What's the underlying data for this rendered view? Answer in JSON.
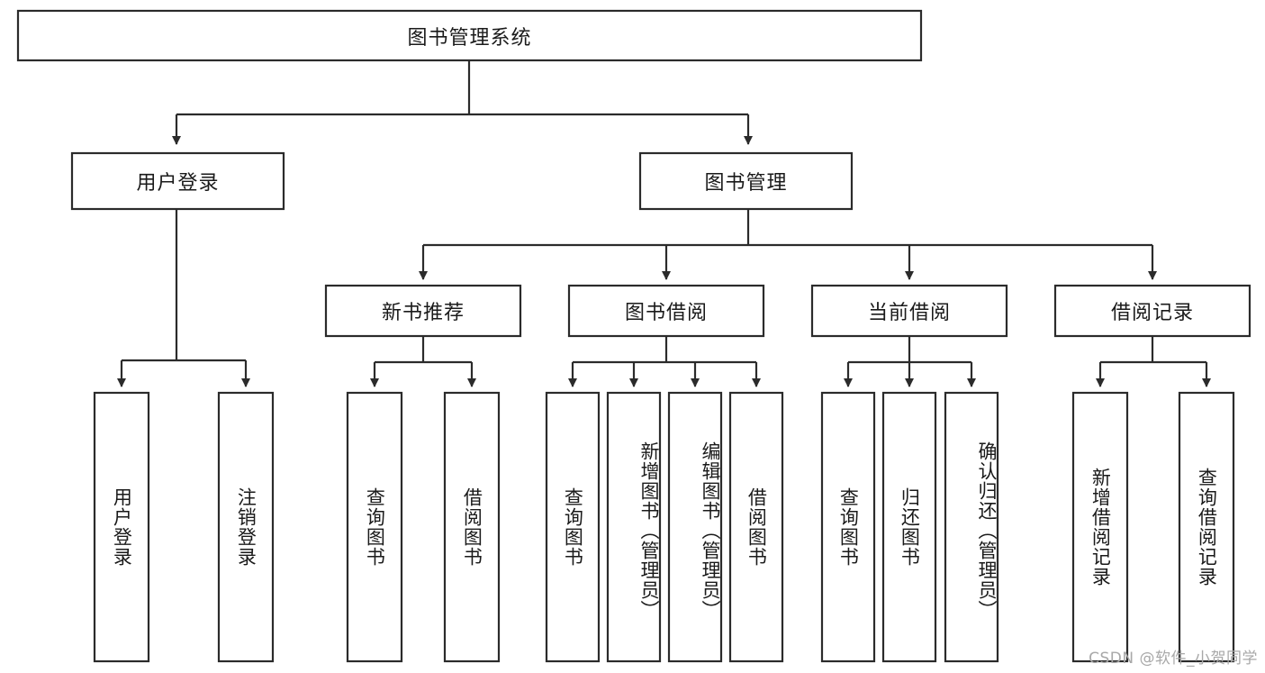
{
  "diagram": {
    "title_node": {
      "label": "图书管理系统"
    },
    "level1": [
      {
        "id": "user-login",
        "label": "用户登录"
      },
      {
        "id": "book-management",
        "label": "图书管理"
      }
    ],
    "level2": [
      {
        "id": "new-book-recommend",
        "label": "新书推荐",
        "parent": "book-management"
      },
      {
        "id": "book-borrow",
        "label": "图书借阅",
        "parent": "book-management"
      },
      {
        "id": "current-borrow",
        "label": "当前借阅",
        "parent": "book-management"
      },
      {
        "id": "borrow-record",
        "label": "借阅记录",
        "parent": "book-management"
      }
    ],
    "leaves": [
      {
        "id": "leaf-user-login",
        "label": "用户登录",
        "parent": "user-login"
      },
      {
        "id": "leaf-logout-login",
        "label": "注销登录",
        "parent": "user-login"
      },
      {
        "id": "leaf-query-book-1",
        "label": "查询图书",
        "parent": "new-book-recommend"
      },
      {
        "id": "leaf-borrow-book-1",
        "label": "借阅图书",
        "parent": "new-book-recommend"
      },
      {
        "id": "leaf-query-book-2",
        "label": "查询图书",
        "parent": "book-borrow"
      },
      {
        "id": "leaf-add-book",
        "label": "新增图书（管理员）",
        "parent": "book-borrow"
      },
      {
        "id": "leaf-edit-book",
        "label": "编辑图书（管理员）",
        "parent": "book-borrow"
      },
      {
        "id": "leaf-borrow-book-2",
        "label": "借阅图书",
        "parent": "book-borrow"
      },
      {
        "id": "leaf-query-book-3",
        "label": "查询图书",
        "parent": "current-borrow"
      },
      {
        "id": "leaf-return-book",
        "label": "归还图书",
        "parent": "current-borrow"
      },
      {
        "id": "leaf-confirm-return",
        "label": "确认归还（管理员）",
        "parent": "current-borrow"
      },
      {
        "id": "leaf-add-record",
        "label": "新增借阅记录",
        "parent": "borrow-record"
      },
      {
        "id": "leaf-query-record",
        "label": "查询借阅记录",
        "parent": "borrow-record"
      }
    ],
    "colors": {
      "stroke": "#2b2b2b",
      "fill": "#ffffff",
      "text": "#1a1a1a",
      "watermark": "#a8a8a8"
    }
  },
  "watermark": {
    "text": "CSDN @软件_小贺同学"
  }
}
